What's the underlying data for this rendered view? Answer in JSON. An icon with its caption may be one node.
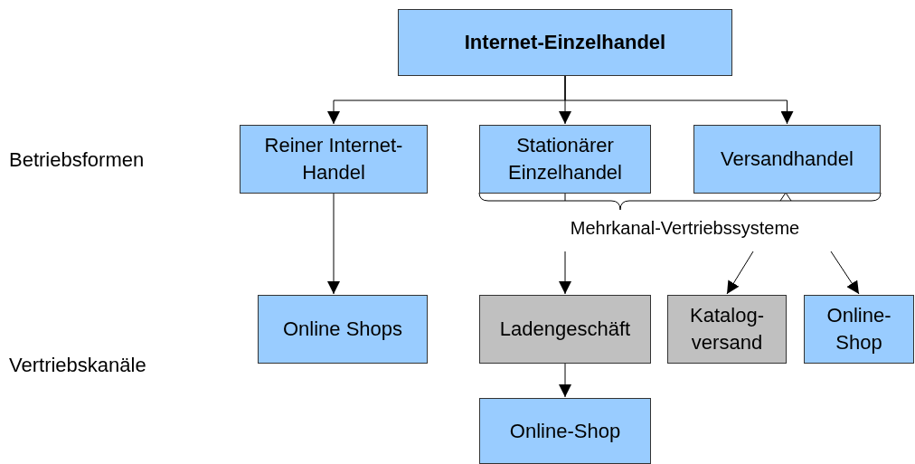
{
  "diagram": {
    "nodes": [
      {
        "text": [
          "Internet-Einzelhandel"
        ]
      },
      {
        "text": [
          "Reiner Internet- Handel"
        ]
      },
      {
        "text": [
          "Stationärer Einzelhandel"
        ]
      },
      {
        "text": [
          "Versandhandel"
        ]
      },
      {
        "text": [
          "Mehrkanal-Vertriebssysteme"
        ]
      },
      {
        "text": [
          "Online Shops"
        ]
      },
      {
        "text": [
          "Ladengeschäft"
        ]
      },
      {
        "text": [
          "Katalog- versand"
        ]
      },
      {
        "text": [
          "Online- Shop"
        ]
      },
      {
        "text": [
          "Online-Shop"
        ]
      }
    ],
    "edges": [
      {
        "from": 0,
        "to": 1,
        "arrow": "to"
      },
      {
        "from": 0,
        "to": 2,
        "arrow": "to"
      },
      {
        "from": 0,
        "to": 3,
        "arrow": "to"
      },
      {
        "from": 1,
        "to": 5,
        "arrow": "to"
      },
      {
        "from": 4,
        "to": 6,
        "arrow": "to"
      },
      {
        "from": 6,
        "to": 9,
        "arrow": "to"
      },
      {
        "from": 4,
        "to": 7,
        "arrow": "to"
      },
      {
        "from": 4,
        "to": 8,
        "arrow": "to"
      }
    ],
    "labels": [
      "Betriebsformen",
      "Vertriebskanäle"
    ]
  }
}
